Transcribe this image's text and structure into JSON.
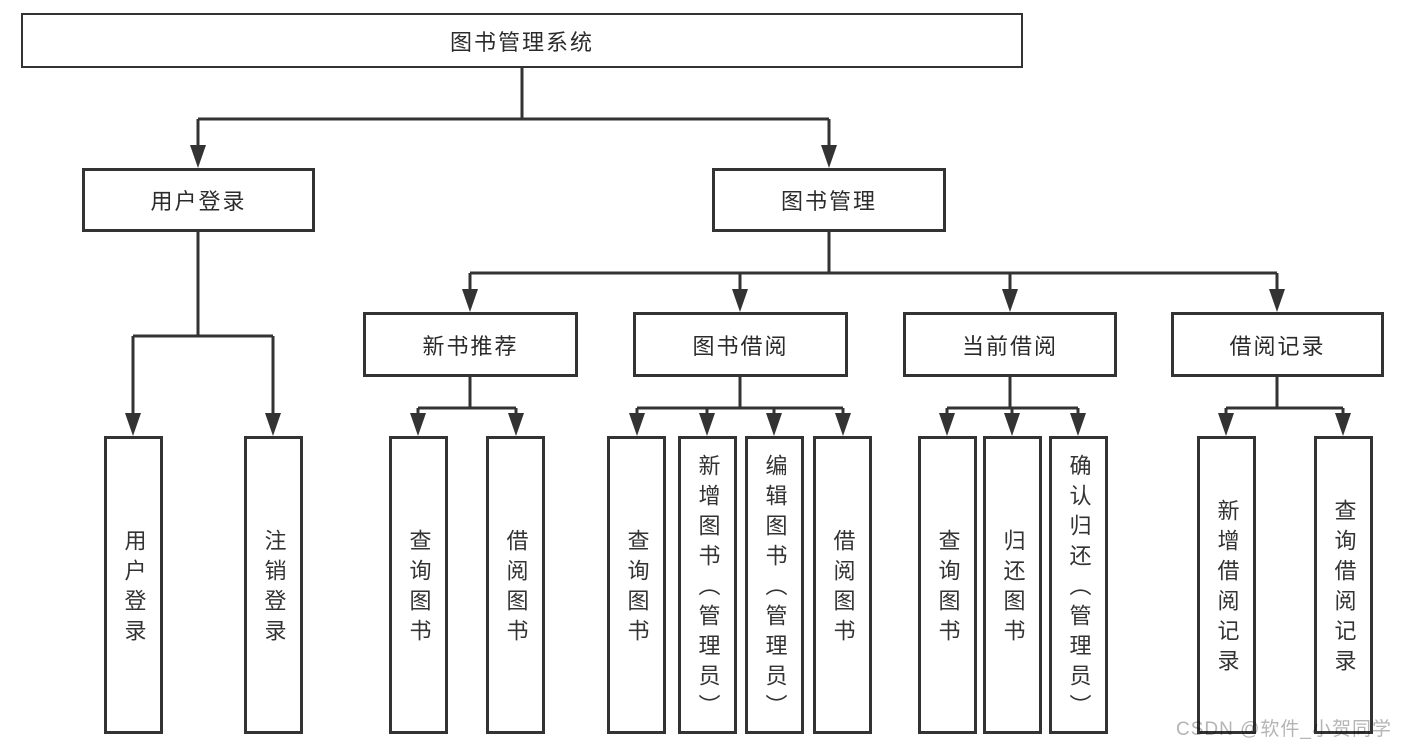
{
  "diagram": {
    "root_label": "图书管理系统",
    "level2": {
      "left": "用户登录",
      "right": "图书管理"
    },
    "level3": [
      "新书推荐",
      "图书借阅",
      "当前借阅",
      "借阅记录"
    ],
    "leaves": {
      "login": [
        "用户登录",
        "注销登录"
      ],
      "recommend": [
        "查询图书",
        "借阅图书"
      ],
      "borrow": [
        "查询图书",
        "新增图书（管理员）",
        "编辑图书（管理员）",
        "借阅图书"
      ],
      "current": [
        "查询图书",
        "归还图书",
        "确认归还（管理员）"
      ],
      "records": [
        "新增借阅记录",
        "查询借阅记录"
      ]
    }
  },
  "watermark": "CSDN @软件_小贺同学",
  "colors": {
    "line": "#333333",
    "text": "#333333",
    "watermark": "#b5b5b5",
    "background": "#ffffff"
  }
}
